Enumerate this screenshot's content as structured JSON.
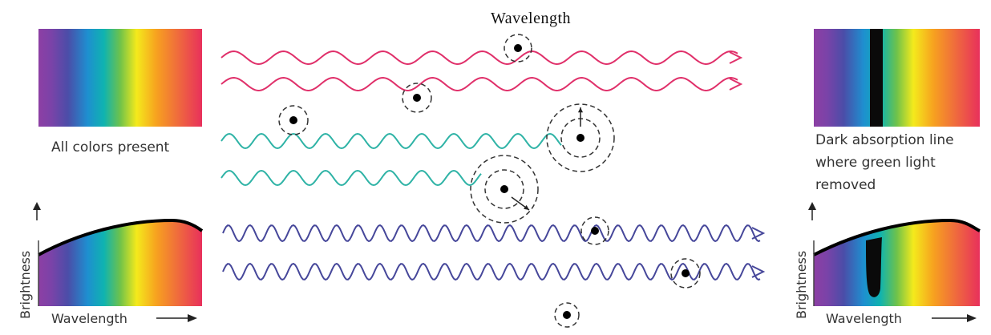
{
  "title": "Wavelength",
  "left": {
    "caption": "All colors present",
    "axis_y": "Brightness",
    "axis_x": "Wavelength"
  },
  "right": {
    "caption_lines": [
      "Dark absorption line",
      "where green light",
      "removed"
    ],
    "axis_y": "Brightness",
    "axis_x": "Wavelength"
  },
  "colors": {
    "red_wave": "#e0306a",
    "teal_wave": "#2fb3a6",
    "blue_wave": "#46479a",
    "arrow": "#222222",
    "spectrum": [
      "#8d3fa4",
      "#4b4da8",
      "#1e8fd0",
      "#0fb3b0",
      "#6fc24a",
      "#f4ea1c",
      "#f7a21f",
      "#f0703a",
      "#e8305c"
    ]
  }
}
